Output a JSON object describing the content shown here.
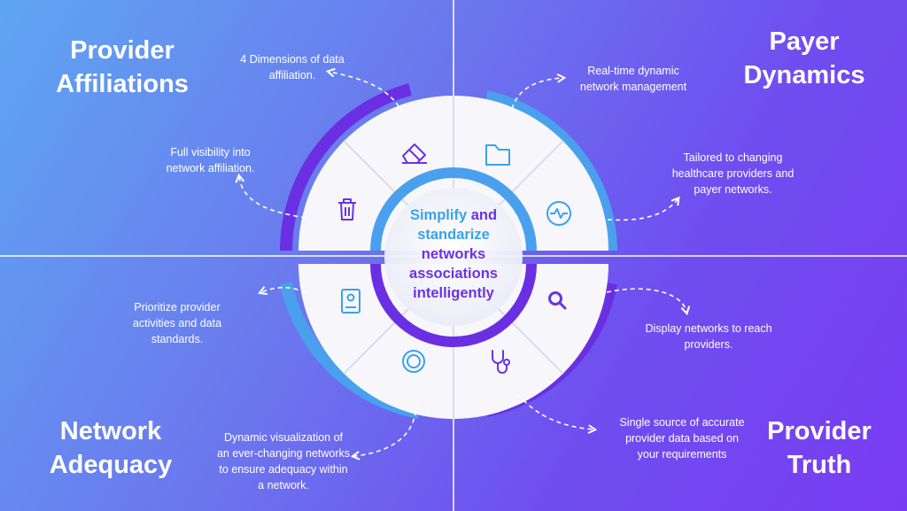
{
  "colors": {
    "accent_blue": "#3aa2ea",
    "accent_purple": "#6a33e6",
    "outer_arc_blue": "#4aa0ec",
    "outer_arc_purple": "#6b2fe3"
  },
  "quadrants": {
    "top_left": {
      "title_line1": "Provider",
      "title_line2": "Affiliations"
    },
    "top_right": {
      "title_line1": "Payer",
      "title_line2": "Dynamics"
    },
    "bottom_left": {
      "title_line1": "Network",
      "title_line2": "Adequacy"
    },
    "bottom_right": {
      "title_line1": "Provider",
      "title_line2": "Truth"
    }
  },
  "descriptions": {
    "four_dimensions": [
      "4 Dimensions of data",
      "affiliation."
    ],
    "full_visibility": [
      "Full visibility into",
      "network affiliation."
    ],
    "real_time": [
      "Real-time dynamic",
      "network management"
    ],
    "tailored": [
      "Tailored to changing",
      "healthcare providers and",
      "payer networks."
    ],
    "prioritize": [
      "Prioritize provider",
      "activities and data",
      "standards."
    ],
    "display_networks": [
      "Display networks to reach",
      "providers."
    ],
    "dynamic_visualization": [
      "Dynamic visualization of",
      "an ever-changing networks",
      "to ensure adequacy within",
      "a network."
    ],
    "single_source": [
      "Single source of accurate",
      "provider data based on",
      "your requirements"
    ]
  },
  "center": {
    "line1_accent": "Simplify",
    "line1_rest": " and",
    "line2": "standarize",
    "line3": "networks",
    "line4": "associations",
    "line5": "intelligently"
  },
  "icons": [
    "eraser-icon",
    "folder-icon",
    "trash-icon",
    "heart-rate-icon",
    "id-card-icon",
    "search-icon",
    "target-icon",
    "stethoscope-icon"
  ]
}
